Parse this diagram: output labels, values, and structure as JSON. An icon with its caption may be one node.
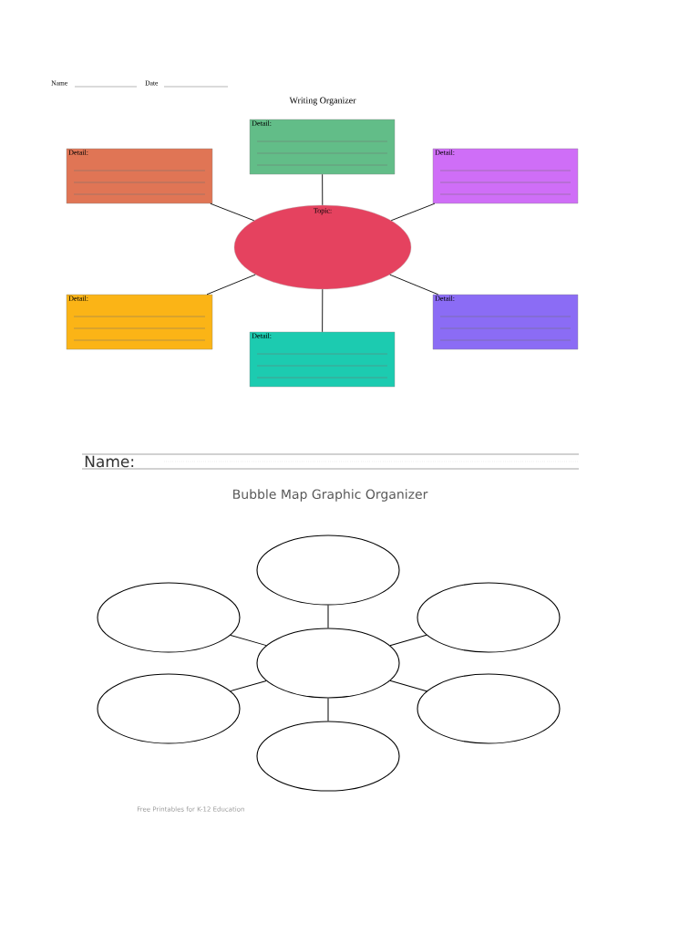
{
  "diagram": {
    "title": "Writing Organizer",
    "nodes": [
      {
        "text": [
          "Detail:"
        ]
      },
      {
        "text": [
          "Detail:"
        ]
      },
      {
        "text": [
          "Detail:"
        ]
      },
      {
        "text": [
          "Topic:"
        ]
      },
      {
        "text": [
          "Detail:"
        ]
      },
      {
        "text": [
          "Detail:"
        ]
      },
      {
        "text": [
          "Detail:"
        ]
      },
      {
        "text": [],
        "shape": "circle"
      },
      {
        "text": [],
        "shape": "circle"
      },
      {
        "text": [],
        "shape": "circle"
      },
      {
        "text": [],
        "shape": "circle"
      },
      {
        "text": [],
        "shape": "circle"
      },
      {
        "text": [],
        "shape": "circle"
      },
      {
        "text": [],
        "shape": "circle"
      }
    ],
    "edges": [
      {
        "from": 3,
        "to": 0,
        "arrow": "none"
      },
      {
        "from": 3,
        "to": 1,
        "arrow": "none"
      },
      {
        "from": 3,
        "to": 2,
        "arrow": "none"
      },
      {
        "from": 3,
        "to": 4,
        "arrow": "none"
      },
      {
        "from": 3,
        "to": 5,
        "arrow": "none"
      },
      {
        "from": 3,
        "to": 6,
        "arrow": "none"
      },
      {
        "from": 10,
        "to": 7,
        "arrow": "none"
      },
      {
        "from": 10,
        "to": 8,
        "arrow": "none"
      },
      {
        "from": 10,
        "to": 9,
        "arrow": "none"
      },
      {
        "from": 10,
        "to": 11,
        "arrow": "none"
      },
      {
        "from": 10,
        "to": 12,
        "arrow": "none"
      },
      {
        "from": 10,
        "to": 13,
        "arrow": "none"
      }
    ],
    "labels": [
      "Name",
      "Date",
      "Name:",
      "Bubble Map Graphic Organizer",
      "Free Printables for K-12 Education"
    ]
  }
}
